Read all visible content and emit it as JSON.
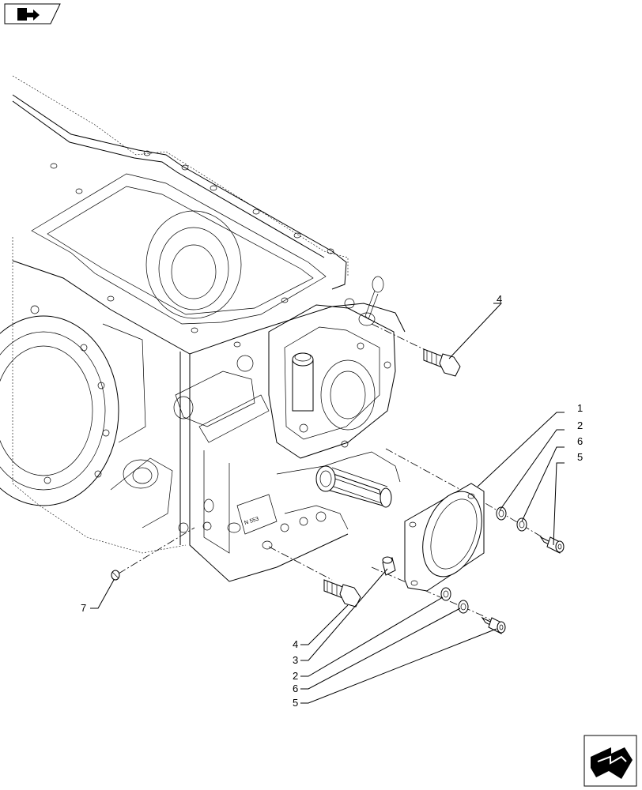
{
  "callouts": {
    "c1": "1",
    "c2_top": "2",
    "c6_top": "6",
    "c5_top": "5",
    "c4_top": "4",
    "c7": "7",
    "c4_bottom": "4",
    "c3": "3",
    "c2_bottom": "2",
    "c6_bottom": "6",
    "c5_bottom": "5"
  },
  "icons": {
    "top_left": "book-arrow-icon",
    "bottom_right": "next-page-icon"
  },
  "plate_marking": "N 553"
}
